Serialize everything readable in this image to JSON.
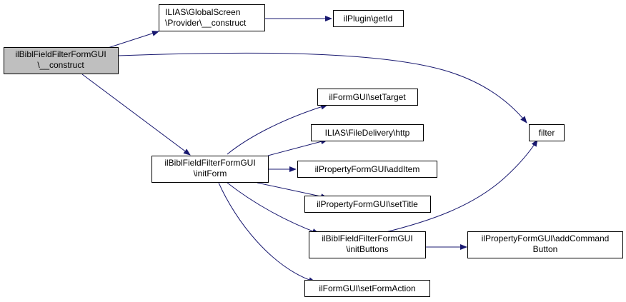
{
  "colors": {
    "edge": "#191970",
    "node_border": "#000000",
    "node_fill": "#ffffff",
    "highlight_fill": "#bfbfbf"
  },
  "nodes": {
    "root": [
      "ilBiblFieldFilterFormGUI",
      "\\__construct"
    ],
    "provider": [
      "ILIAS\\GlobalScreen",
      "\\Provider\\__construct"
    ],
    "getid": [
      "ilPlugin\\getId"
    ],
    "filter": [
      "filter"
    ],
    "initform": [
      "ilBiblFieldFilterFormGUI",
      "\\initForm"
    ],
    "settarget": [
      "ilFormGUI\\setTarget"
    ],
    "http": [
      "ILIAS\\FileDelivery\\http"
    ],
    "additem": [
      "ilPropertyFormGUI\\addItem"
    ],
    "settitle": [
      "ilPropertyFormGUI\\setTitle"
    ],
    "initbuttons": [
      "ilBiblFieldFilterFormGUI",
      "\\initButtons"
    ],
    "addcommand": [
      "ilPropertyFormGUI\\addCommand",
      "Button"
    ],
    "setformaction": [
      "ilFormGUI\\setFormAction"
    ]
  },
  "edges": [
    {
      "from": "root",
      "to": "provider"
    },
    {
      "from": "provider",
      "to": "getid"
    },
    {
      "from": "root",
      "to": "filter"
    },
    {
      "from": "root",
      "to": "initform"
    },
    {
      "from": "initform",
      "to": "settarget"
    },
    {
      "from": "initform",
      "to": "http"
    },
    {
      "from": "initform",
      "to": "additem"
    },
    {
      "from": "initform",
      "to": "settitle"
    },
    {
      "from": "initform",
      "to": "initbuttons"
    },
    {
      "from": "initform",
      "to": "setformaction"
    },
    {
      "from": "initbuttons",
      "to": "filter"
    },
    {
      "from": "initbuttons",
      "to": "addcommand"
    }
  ]
}
